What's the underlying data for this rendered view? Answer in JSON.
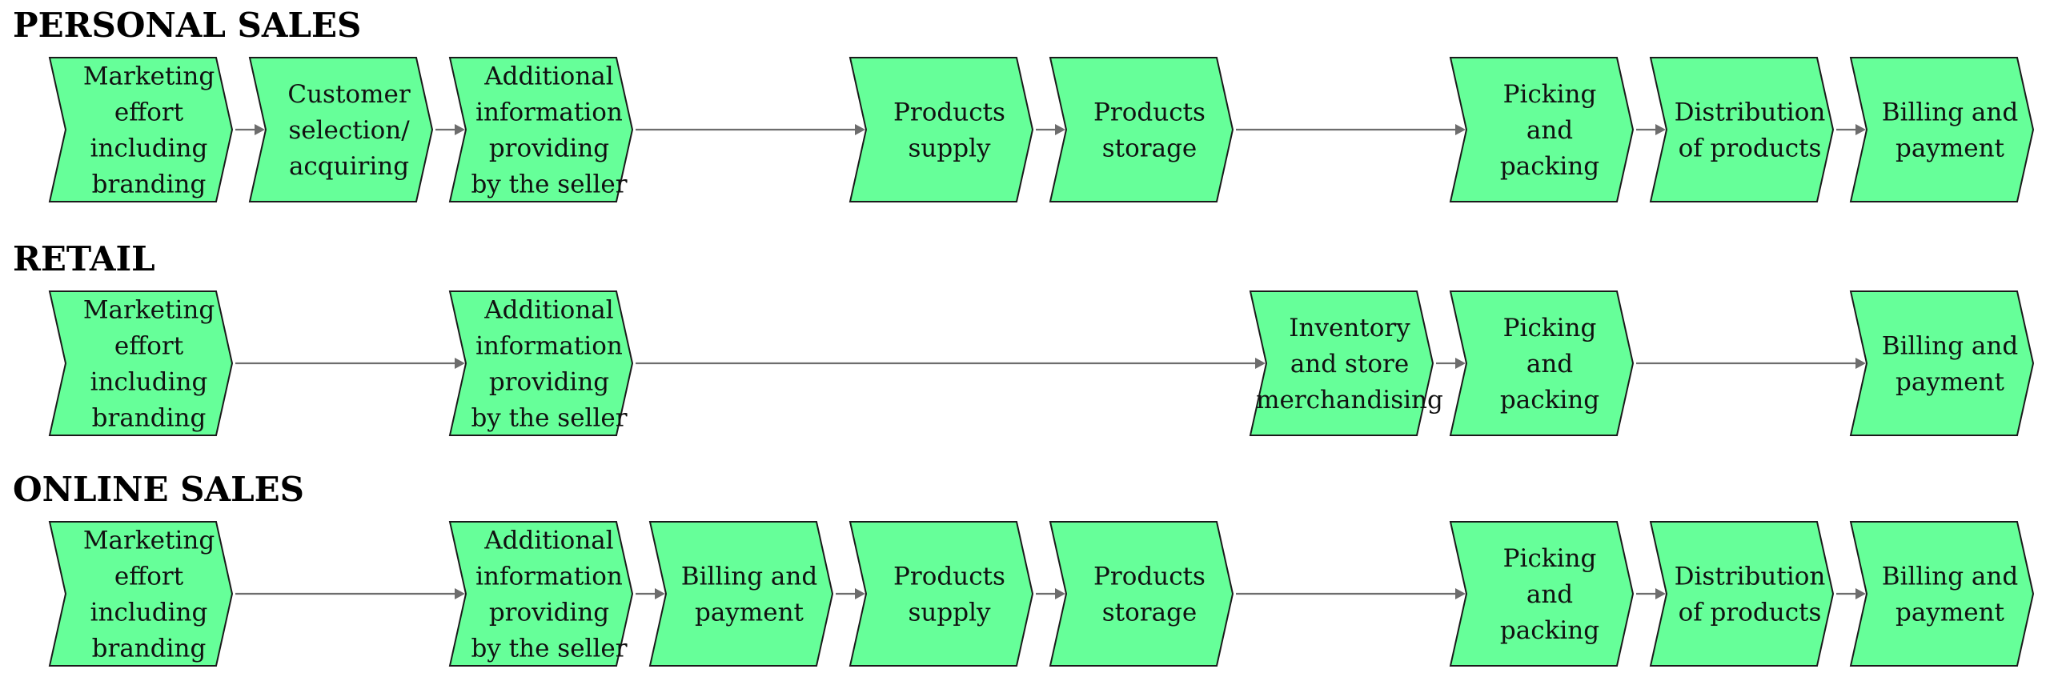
{
  "colors": {
    "step_fill": "#66ff99",
    "step_stroke": "#1a1a1a",
    "arrow": "#6d6d6d"
  },
  "rows": [
    {
      "title": "PERSONAL SALES",
      "steps": [
        {
          "col": 0,
          "lines": [
            "Marketing",
            "effort",
            "including",
            "branding"
          ]
        },
        {
          "col": 1,
          "lines": [
            "Customer",
            "selection/",
            "acquiring"
          ]
        },
        {
          "col": 2,
          "lines": [
            "Additional",
            "information",
            "providing",
            "by the seller"
          ]
        },
        {
          "col": 4,
          "lines": [
            "Products",
            "supply"
          ]
        },
        {
          "col": 5,
          "lines": [
            "Products",
            "storage"
          ]
        },
        {
          "col": 7,
          "lines": [
            "Picking",
            "and",
            "packing"
          ]
        },
        {
          "col": 8,
          "lines": [
            "Distribution",
            "of products"
          ]
        },
        {
          "col": 9,
          "lines": [
            "Billing and",
            "payment"
          ]
        }
      ]
    },
    {
      "title": "RETAIL",
      "steps": [
        {
          "col": 0,
          "lines": [
            "Marketing",
            "effort",
            "including",
            "branding"
          ]
        },
        {
          "col": 2,
          "lines": [
            "Additional",
            "information",
            "providing",
            "by the seller"
          ]
        },
        {
          "col": 6,
          "lines": [
            "Inventory",
            "and store",
            "merchandising"
          ]
        },
        {
          "col": 7,
          "lines": [
            "Picking",
            "and",
            "packing"
          ]
        },
        {
          "col": 9,
          "lines": [
            "Billing and",
            "payment"
          ]
        }
      ]
    },
    {
      "title": "ONLINE SALES",
      "steps": [
        {
          "col": 0,
          "lines": [
            "Marketing",
            "effort",
            "including",
            "branding"
          ]
        },
        {
          "col": 2,
          "lines": [
            "Additional",
            "information",
            "providing",
            "by the seller"
          ]
        },
        {
          "col": 3,
          "lines": [
            "Billing and",
            "payment"
          ]
        },
        {
          "col": 4,
          "lines": [
            "Products",
            "supply"
          ]
        },
        {
          "col": 5,
          "lines": [
            "Products",
            "storage"
          ]
        },
        {
          "col": 7,
          "lines": [
            "Picking",
            "and",
            "packing"
          ]
        },
        {
          "col": 8,
          "lines": [
            "Distribution",
            "of products"
          ]
        },
        {
          "col": 9,
          "lines": [
            "Billing and",
            "payment"
          ]
        }
      ]
    }
  ]
}
